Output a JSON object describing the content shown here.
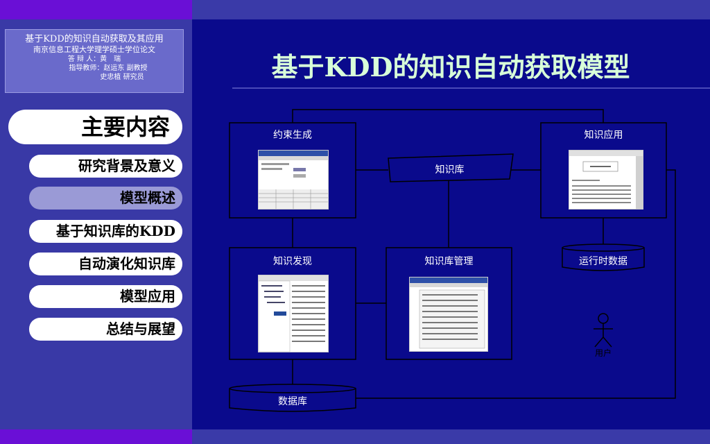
{
  "thesis": {
    "title": "基于KDD的知识自动获取及其应用",
    "school": "南京信息工程大学理学硕士学位论文",
    "defender": "答 辩 人：黄　瑞",
    "advisor": "指导教师：赵运东 副教授",
    "advisor2": "史忠植 研究员"
  },
  "menu": {
    "main": "主要内容",
    "items": [
      "研究背景及意义",
      "模型概述",
      "基于知识库的KDD",
      "自动演化知识库",
      "模型应用",
      "总结与展望"
    ],
    "active_index": 1
  },
  "slide": {
    "title": "基于KDD的知识自动获取模型"
  },
  "diagram": {
    "constraint": "约束生成",
    "knowledge_base": "知识库",
    "application": "知识应用",
    "discovery": "知识发现",
    "kb_management": "知识库管理",
    "runtime_data": "运行时数据",
    "user": "用户",
    "database": "数据库"
  },
  "colors": {
    "background": "#0a0a8c",
    "sidebar": "#3939a6",
    "accent_purple": "#6a0fd6",
    "title_text": "#d8ffd8"
  }
}
